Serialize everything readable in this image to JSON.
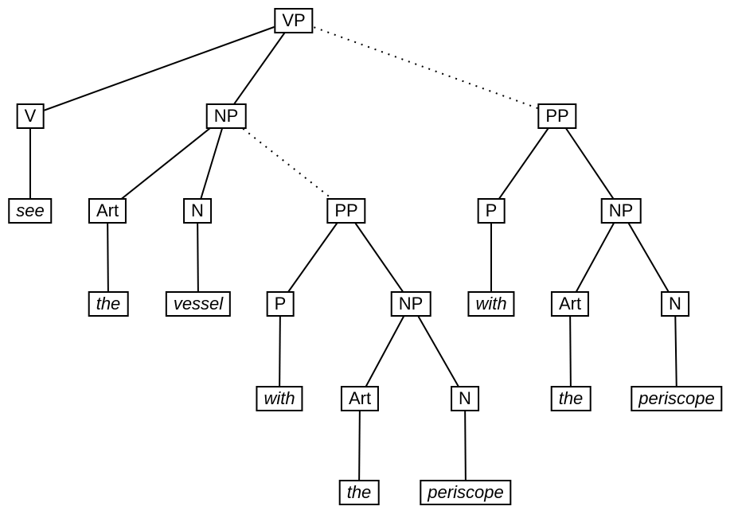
{
  "diagram": {
    "type": "syntax-tree",
    "sentence_fragment": "see the vessel with the periscope",
    "colors": {
      "background": "#ffffff",
      "line": "#000000",
      "box_border": "#000000",
      "box_fill": "#ffffff",
      "text": "#000000"
    },
    "nodes": [
      {
        "id": "vp",
        "label": "VP",
        "kind": "phrase"
      },
      {
        "id": "v",
        "label": "V",
        "kind": "category"
      },
      {
        "id": "np1",
        "label": "NP",
        "kind": "phrase"
      },
      {
        "id": "pp_right",
        "label": "PP",
        "kind": "phrase"
      },
      {
        "id": "see",
        "label": "see",
        "kind": "word"
      },
      {
        "id": "art1",
        "label": "Art",
        "kind": "category"
      },
      {
        "id": "n1",
        "label": "N",
        "kind": "category"
      },
      {
        "id": "pp_mid",
        "label": "PP",
        "kind": "phrase"
      },
      {
        "id": "p_right",
        "label": "P",
        "kind": "category"
      },
      {
        "id": "np_right",
        "label": "NP",
        "kind": "phrase"
      },
      {
        "id": "the1",
        "label": "the",
        "kind": "word"
      },
      {
        "id": "vessel",
        "label": "vessel",
        "kind": "word"
      },
      {
        "id": "p_mid",
        "label": "P",
        "kind": "category"
      },
      {
        "id": "np_mid",
        "label": "NP",
        "kind": "phrase"
      },
      {
        "id": "with_right",
        "label": "with",
        "kind": "word"
      },
      {
        "id": "art_right",
        "label": "Art",
        "kind": "category"
      },
      {
        "id": "n_right",
        "label": "N",
        "kind": "category"
      },
      {
        "id": "with_mid",
        "label": "with",
        "kind": "word"
      },
      {
        "id": "art_mid",
        "label": "Art",
        "kind": "category"
      },
      {
        "id": "n_mid",
        "label": "N",
        "kind": "category"
      },
      {
        "id": "the_right",
        "label": "the",
        "kind": "word"
      },
      {
        "id": "periscope_right",
        "label": "periscope",
        "kind": "word"
      },
      {
        "id": "the_bottom",
        "label": "the",
        "kind": "word"
      },
      {
        "id": "periscope_bottom",
        "label": "periscope",
        "kind": "word"
      }
    ],
    "edges": [
      {
        "from": "vp",
        "to": "v",
        "style": "solid"
      },
      {
        "from": "vp",
        "to": "np1",
        "style": "solid"
      },
      {
        "from": "vp",
        "to": "pp_right",
        "style": "dotted"
      },
      {
        "from": "v",
        "to": "see",
        "style": "solid"
      },
      {
        "from": "np1",
        "to": "art1",
        "style": "solid"
      },
      {
        "from": "np1",
        "to": "n1",
        "style": "solid"
      },
      {
        "from": "np1",
        "to": "pp_mid",
        "style": "dotted"
      },
      {
        "from": "art1",
        "to": "the1",
        "style": "solid"
      },
      {
        "from": "n1",
        "to": "vessel",
        "style": "solid"
      },
      {
        "from": "pp_mid",
        "to": "p_mid",
        "style": "solid"
      },
      {
        "from": "pp_mid",
        "to": "np_mid",
        "style": "solid"
      },
      {
        "from": "p_mid",
        "to": "with_mid",
        "style": "solid"
      },
      {
        "from": "np_mid",
        "to": "art_mid",
        "style": "solid"
      },
      {
        "from": "np_mid",
        "to": "n_mid",
        "style": "solid"
      },
      {
        "from": "art_mid",
        "to": "the_bottom",
        "style": "solid"
      },
      {
        "from": "n_mid",
        "to": "periscope_bottom",
        "style": "solid"
      },
      {
        "from": "pp_right",
        "to": "p_right",
        "style": "solid"
      },
      {
        "from": "pp_right",
        "to": "np_right",
        "style": "solid"
      },
      {
        "from": "p_right",
        "to": "with_right",
        "style": "solid"
      },
      {
        "from": "np_right",
        "to": "art_right",
        "style": "solid"
      },
      {
        "from": "np_right",
        "to": "n_right",
        "style": "solid"
      },
      {
        "from": "art_right",
        "to": "the_right",
        "style": "solid"
      },
      {
        "from": "n_right",
        "to": "periscope_right",
        "style": "solid"
      }
    ]
  }
}
